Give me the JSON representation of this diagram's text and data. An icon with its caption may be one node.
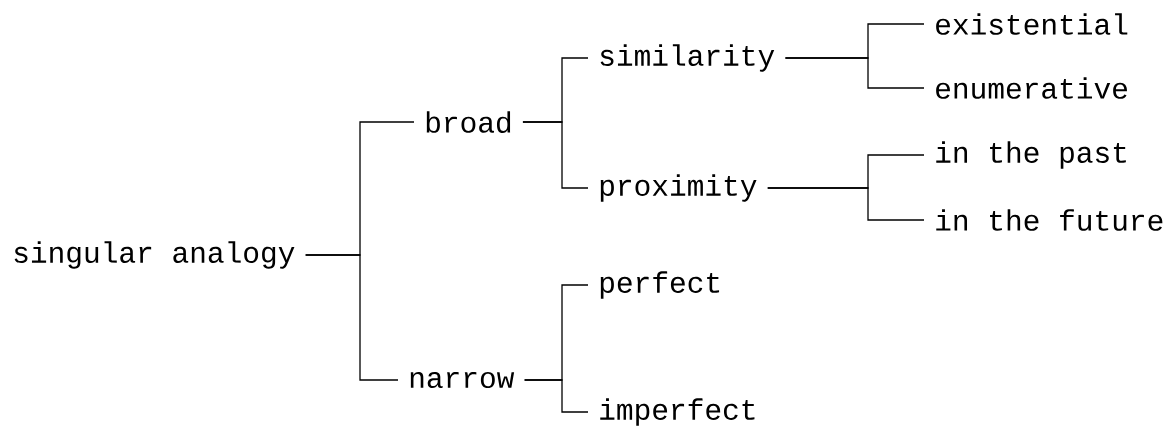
{
  "diagram": {
    "nodes": [
      {
        "text": [
          "singular analogy"
        ]
      },
      {
        "text": [
          "broad"
        ]
      },
      {
        "text": [
          "narrow"
        ]
      },
      {
        "text": [
          "similarity"
        ]
      },
      {
        "text": [
          "proximity"
        ]
      },
      {
        "text": [
          "perfect"
        ]
      },
      {
        "text": [
          "imperfect"
        ]
      },
      {
        "text": [
          "existential"
        ]
      },
      {
        "text": [
          "enumerative"
        ]
      },
      {
        "text": [
          "in the past"
        ]
      },
      {
        "text": [
          "in the future"
        ]
      }
    ],
    "edges": [
      {
        "from": 0,
        "to": 1,
        "arrow": "none"
      },
      {
        "from": 0,
        "to": 2,
        "arrow": "none"
      },
      {
        "from": 1,
        "to": 3,
        "arrow": "none"
      },
      {
        "from": 1,
        "to": 4,
        "arrow": "none"
      },
      {
        "from": 2,
        "to": 5,
        "arrow": "none"
      },
      {
        "from": 2,
        "to": 6,
        "arrow": "none"
      },
      {
        "from": 3,
        "to": 7,
        "arrow": "none"
      },
      {
        "from": 3,
        "to": 8,
        "arrow": "none"
      },
      {
        "from": 4,
        "to": 9,
        "arrow": "none"
      },
      {
        "from": 4,
        "to": 10,
        "arrow": "none"
      }
    ]
  }
}
